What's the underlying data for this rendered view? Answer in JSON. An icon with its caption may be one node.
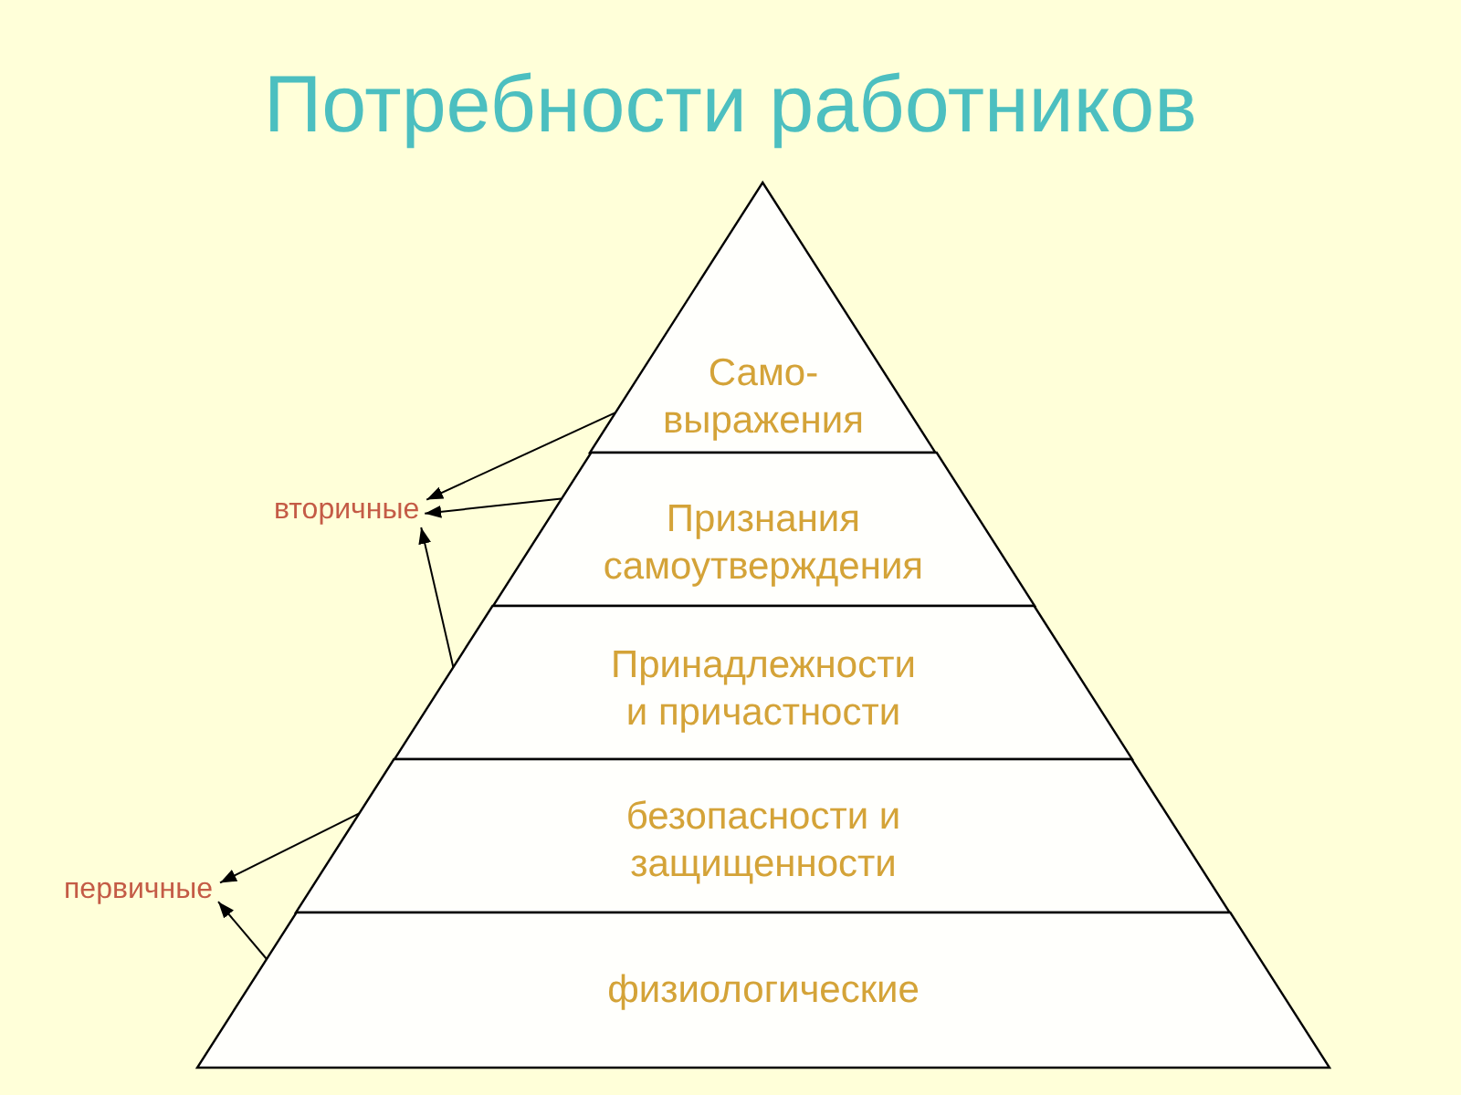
{
  "diagram": {
    "title": "Потребности работников",
    "nodes": [
      {
        "text": [
          "Само- выражения"
        ]
      },
      {
        "text": [
          "Признания самоутверждения"
        ]
      },
      {
        "text": [
          "Принадлежности и причастности"
        ]
      },
      {
        "text": [
          "безопасности и защищенности"
        ]
      },
      {
        "text": [
          "физиологические"
        ]
      },
      {
        "text": [
          "вторичные"
        ]
      },
      {
        "text": [
          "первичные"
        ]
      }
    ],
    "edges": [
      {
        "from": 0,
        "to": 5,
        "arrow": "to"
      },
      {
        "from": 1,
        "to": 5,
        "arrow": "to"
      },
      {
        "from": 2,
        "to": 5,
        "arrow": "to"
      },
      {
        "from": 3,
        "to": 6,
        "arrow": "to"
      },
      {
        "from": 4,
        "to": 6,
        "arrow": "to"
      }
    ]
  }
}
